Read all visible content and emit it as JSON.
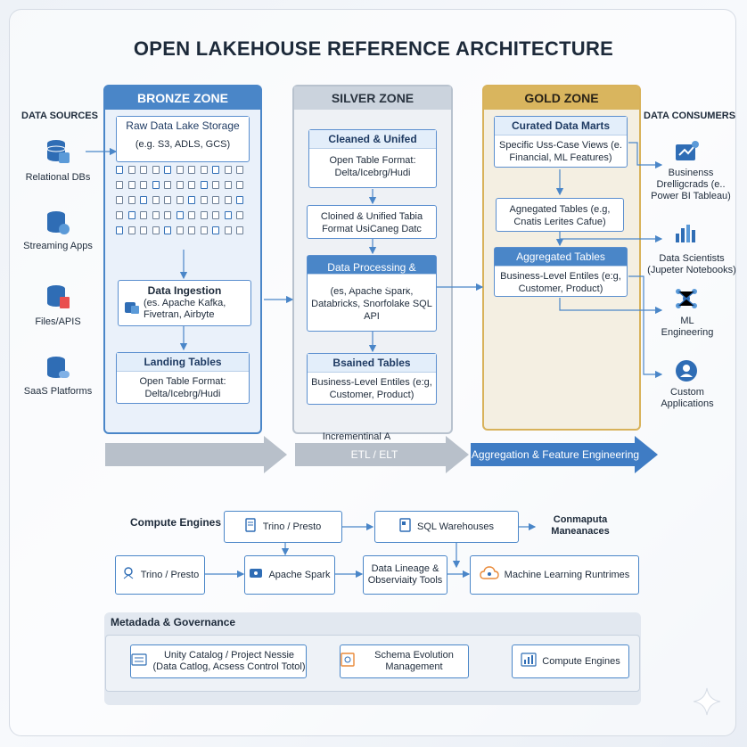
{
  "title": "OPEN LAKEHOUSE REFERENCE ARCHITECTURE",
  "sources": {
    "heading": "DATA SOURCES",
    "items": [
      {
        "label": "Relational DBs",
        "icon": "database-icon"
      },
      {
        "label": "Streaming Apps",
        "icon": "streaming-database-icon"
      },
      {
        "label": "Files/APIS",
        "icon": "files-api-icon"
      },
      {
        "label": "SaaS Platforms",
        "icon": "saas-database-icon"
      }
    ]
  },
  "consumers": {
    "heading": "DATA CONSUMERS",
    "items": [
      {
        "label": "Businenss Drelligcrads (e.. Power BI Tableau)",
        "icon": "business-intelligence-icon"
      },
      {
        "label": "Data Scientists (Jupeter Notebooks)",
        "icon": "bar-chart-icon"
      },
      {
        "label": "ML Engineering",
        "icon": "network-icon"
      },
      {
        "label": "Custom Applications",
        "icon": "user-gear-icon"
      }
    ]
  },
  "bronze": {
    "heading": "BRONZE ZONE",
    "raw_title": "Raw Data Lake Storage",
    "raw_body": "(e.g. S3, ADLS, GCS)",
    "ingest_title": "Data Ingestion",
    "ingest_body": "(es. Apache Kafka, Fivetran, Airbyte",
    "landing_title": "Landing Tables",
    "landing_body": "Open Table Format: Delta/Icebrg/Hudi"
  },
  "silver": {
    "heading": "SILVER ZONE",
    "cleaned_title": "Cleaned & Unifed",
    "cleaned_body": "Open Table Format: Delta/Icebrg/Hudi",
    "cloined_body": "Cloined & Unified Tabia Format UsiCaneg Datc",
    "proc_title": "Data Processing & Transformation",
    "proc_body": "(es, Apache Spark, Databricks, Snorfolake SQL API",
    "bsined_title": "Bsained Tables",
    "bsined_body": "Business-Level Entiles (e:g, Customer, Product)"
  },
  "gold": {
    "heading": "GOLD ZONE",
    "curated_title": "Curated Data Marts",
    "curated_body": "Specific Uss-Case Views (e. Financial, ML Features)",
    "agg_body": "Agnegated Tables (e.g, Cnatis Lerites Cafue)",
    "agg2_title": "Aggregated Tables",
    "agg2_body": "Business-Level Entiles (e:g, Customer, Product)"
  },
  "flow": {
    "incremental": "Incrementinal Α",
    "etl": "ETL / ELT",
    "agg": "Aggregation & Feature Engineering"
  },
  "compute": {
    "heading": "Compute Engines",
    "right_heading": "Conmaputa Maneanaces",
    "trino_top": "Trino / Presto",
    "sql_wh": "SQL Warehouses",
    "trino_left": "Trino / Presto",
    "spark": "Apache Spark",
    "lineage": "Data Lineage & Observiaity Tools",
    "ml_runtimes": "Machine Learning Runtrimes"
  },
  "governance": {
    "heading": "Metadada & Governance",
    "catalog": "Unity Catalog / Project Nessie (Data Catlog, Acsess Control Totol)",
    "schema": "Schema Evolution Management",
    "compute": "Compute Engines"
  },
  "colors": {
    "bronze": "#4a86c8",
    "silver": "#cbd3dd",
    "gold": "#d9b55e",
    "accent": "#4a86c8"
  }
}
